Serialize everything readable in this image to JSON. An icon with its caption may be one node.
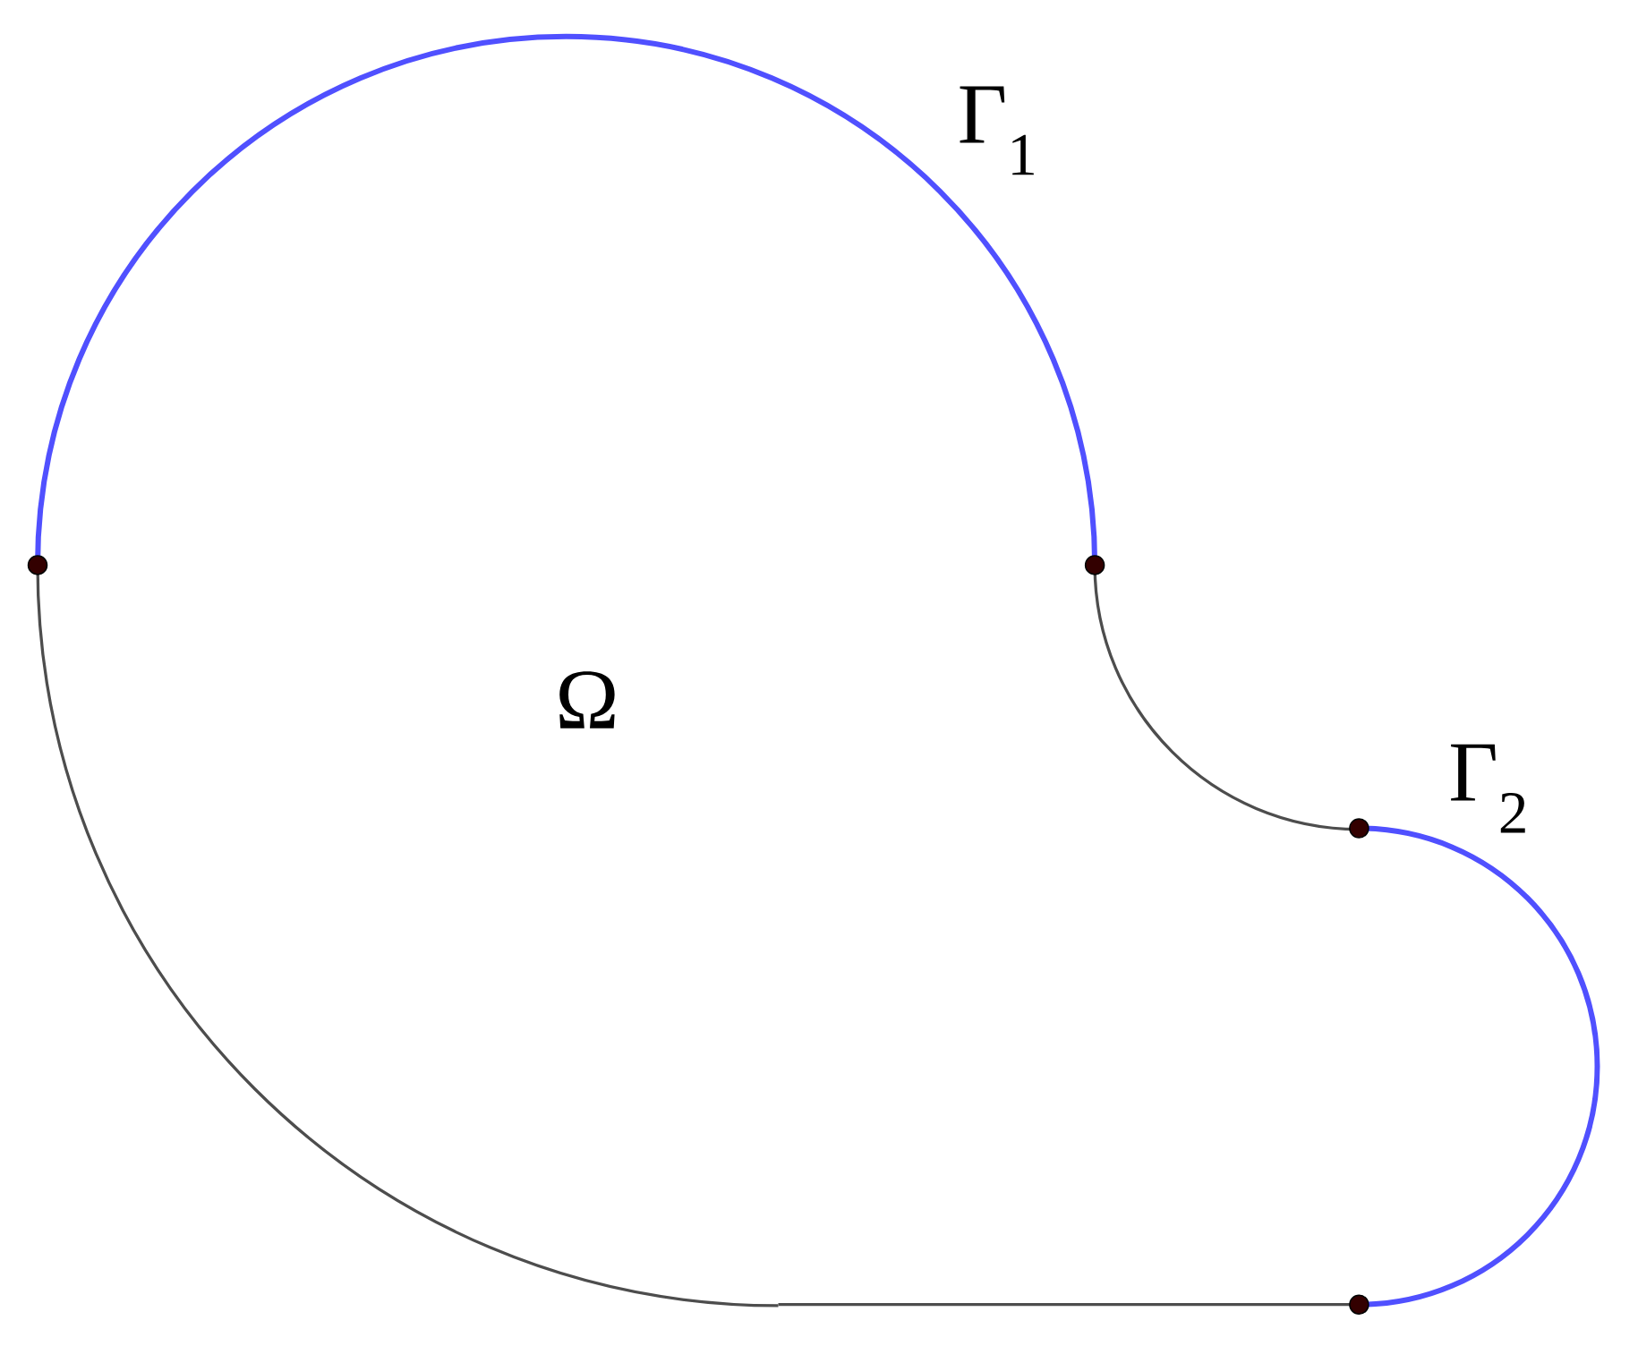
{
  "diagram": {
    "labels": [
      "Γ$_{1}$",
      "Γ$_{2}$",
      "Ω"
    ]
  }
}
